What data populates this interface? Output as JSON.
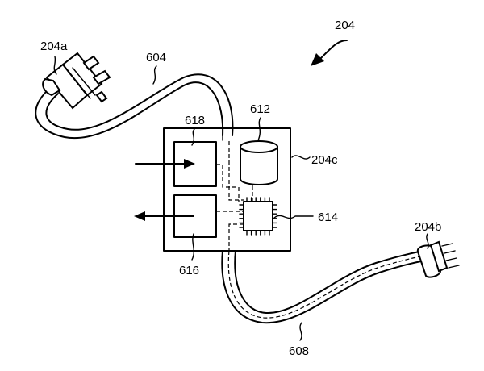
{
  "labels": {
    "device": "204",
    "plug_a": "204a",
    "plug_b": "204b",
    "housing": "204c",
    "cord_a": "604",
    "cord_b": "608",
    "storage": "612",
    "processor": "614",
    "output_module": "616",
    "input_module": "618"
  }
}
